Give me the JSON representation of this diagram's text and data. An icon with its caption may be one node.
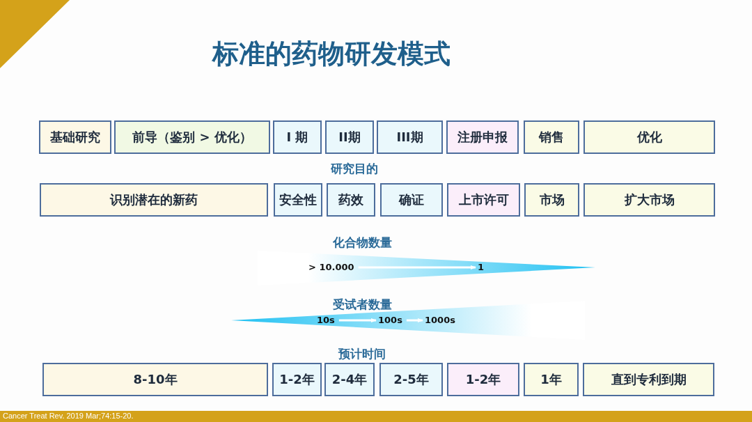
{
  "diagram": {
    "title": "标准的药物研发模式",
    "nodes": [
      {
        "text": [
          "基础研究"
        ]
      },
      {
        "text": [
          "前导（鉴别 > 优化）"
        ]
      },
      {
        "text": [
          "I 期"
        ]
      },
      {
        "text": [
          "II期"
        ]
      },
      {
        "text": [
          "III期"
        ]
      },
      {
        "text": [
          "注册申报"
        ]
      },
      {
        "text": [
          "销售"
        ]
      },
      {
        "text": [
          "优化"
        ]
      },
      {
        "text": [
          "识别潜在的新药"
        ]
      },
      {
        "text": [
          "安全性"
        ]
      },
      {
        "text": [
          "药效"
        ]
      },
      {
        "text": [
          "确证"
        ]
      },
      {
        "text": [
          "上市许可"
        ]
      },
      {
        "text": [
          "市场"
        ]
      },
      {
        "text": [
          "扩大市场"
        ]
      },
      {
        "text": [
          "> 10.000"
        ]
      },
      {
        "text": [
          "1"
        ]
      },
      {
        "text": [
          "10s"
        ]
      },
      {
        "text": [
          "100s"
        ]
      },
      {
        "text": [
          "1000s"
        ]
      },
      {
        "text": [
          "8-10年"
        ]
      },
      {
        "text": [
          "1-2年"
        ]
      },
      {
        "text": [
          "2-4年"
        ]
      },
      {
        "text": [
          "2-5年"
        ]
      },
      {
        "text": [
          "1-2年"
        ]
      },
      {
        "text": [
          "1年"
        ]
      },
      {
        "text": [
          "直到专利到期"
        ]
      }
    ],
    "edges": [
      {
        "from": 15,
        "to": 16,
        "arrow": "to"
      },
      {
        "from": 17,
        "to": 18,
        "arrow": "to"
      },
      {
        "from": 18,
        "to": 19,
        "arrow": "to"
      }
    ],
    "labels": [
      "研究目的",
      "化合物数量",
      "受试者数量",
      "预计时间",
      "Cancer Treat Rev. 2019 Mar;74:15-20."
    ]
  }
}
